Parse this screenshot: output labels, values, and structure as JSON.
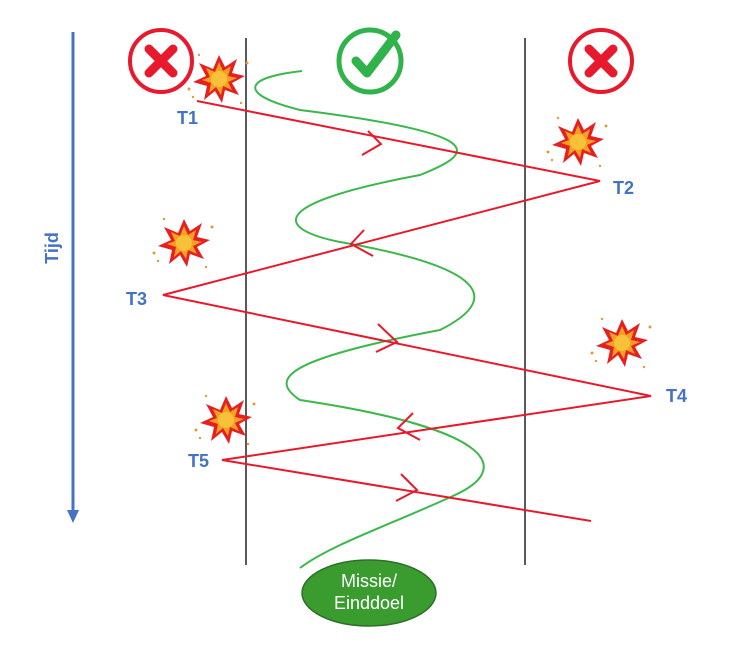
{
  "axis": {
    "label": "Tijd"
  },
  "markers": {
    "left": "cross-icon",
    "center": "check-icon",
    "right": "cross-icon"
  },
  "turns": [
    {
      "label": "T1"
    },
    {
      "label": "T2"
    },
    {
      "label": "T3"
    },
    {
      "label": "T4"
    },
    {
      "label": "T5"
    }
  ],
  "goal": {
    "line1": "Missie/",
    "line2": "Einddoel"
  },
  "colors": {
    "axis": "#4472c4",
    "label": "#4472c4",
    "zigzag": "#e8192c",
    "wave": "#3cb84a",
    "boundary": "#595959",
    "cross": "#e8192c",
    "check": "#2fb34a",
    "goal_fill": "#3a9b2f"
  }
}
